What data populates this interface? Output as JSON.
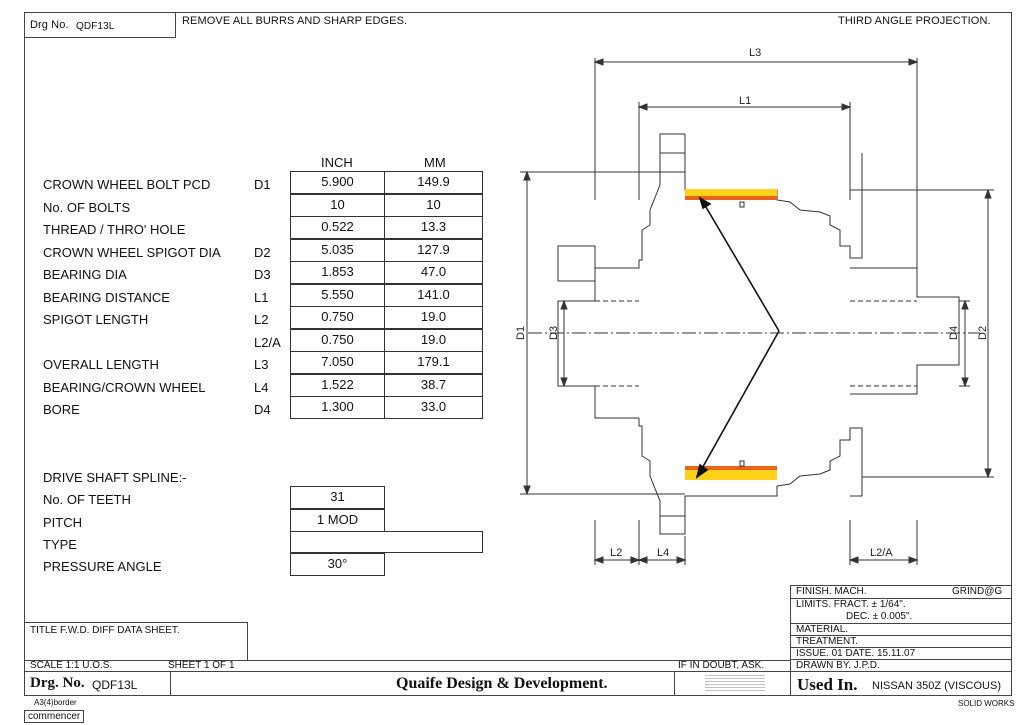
{
  "header": {
    "drg_label": "Drg No.",
    "drg_value": "QDF13L",
    "note": "REMOVE ALL BURRS AND SHARP EDGES.",
    "projection": "THIRD ANGLE PROJECTION."
  },
  "table": {
    "col_inch": "INCH",
    "col_mm": "MM",
    "rows": [
      {
        "label": "CROWN WHEEL BOLT PCD",
        "sym": "D1",
        "inch": "5.900",
        "mm": "149.9"
      },
      {
        "label": "No. OF BOLTS",
        "sym": "",
        "inch": "10",
        "mm": "10"
      },
      {
        "label": "THREAD / THRO' HOLE",
        "sym": "",
        "inch": "0.522",
        "mm": "13.3"
      },
      {
        "label": "CROWN WHEEL SPIGOT DIA",
        "sym": "D2",
        "inch": "5.035",
        "mm": "127.9"
      },
      {
        "label": "BEARING DIA",
        "sym": "D3",
        "inch": "1.853",
        "mm": "47.0"
      },
      {
        "label": "BEARING DISTANCE",
        "sym": "L1",
        "inch": "5.550",
        "mm": "141.0"
      },
      {
        "label": "SPIGOT LENGTH",
        "sym": "L2",
        "inch": "0.750",
        "mm": "19.0"
      },
      {
        "label": "",
        "sym": "L2/A",
        "inch": "0.750",
        "mm": "19.0"
      },
      {
        "label": "OVERALL LENGTH",
        "sym": "L3",
        "inch": "7.050",
        "mm": "179.1"
      },
      {
        "label": "BEARING/CROWN WHEEL",
        "sym": "L4",
        "inch": "1.522",
        "mm": "38.7"
      },
      {
        "label": "BORE",
        "sym": "D4",
        "inch": "1.300",
        "mm": "33.0"
      }
    ]
  },
  "spline": {
    "heading": "DRIVE SHAFT SPLINE:-",
    "teeth_label": "No. OF TEETH",
    "teeth_value": "31",
    "pitch_label": "PITCH",
    "pitch_value": "1 MOD",
    "type_label": "TYPE",
    "type_value": "",
    "pa_label": "PRESSURE ANGLE",
    "pa_value": "30°"
  },
  "drawing": {
    "L3": "L3",
    "L1": "L1",
    "L2": "L2",
    "L4": "L4",
    "L2A": "L2/A",
    "D1": "D1",
    "D3": "D3",
    "D4": "D4",
    "D2": "D2",
    "colors": {
      "bearing_outer": "#ffd21a",
      "bearing_inner": "#e8621a"
    }
  },
  "title_block": {
    "finish": "FINISH. MACH.",
    "grind": "GRIND@G",
    "limits": "LIMITS. FRACT. ± 1/64\".",
    "dec": "DEC. ± 0.005\".",
    "material": "MATERIAL.",
    "treatment": "TREATMENT.",
    "issue": "ISSUE. 01   DATE. 15.11.07",
    "drawn": "DRAWN BY.  J.P.D.",
    "used_in_label": "Used In.",
    "used_in_value": "NISSAN 350Z (VISCOUS)",
    "title": "TITLE  F.W.D. DIFF DATA SHEET.",
    "scale": "SCALE 1:1 U.O.S.",
    "sheet": "SHEET 1 OF 1",
    "drg_label": "Drg. No.",
    "drg_value": "QDF13L",
    "company": "Quaife Design & Development.",
    "doubt": "IF IN DOUBT, ASK.",
    "border": "A3(4)border",
    "commencer": "commencer",
    "solidworks": "SOLID WORKS"
  }
}
